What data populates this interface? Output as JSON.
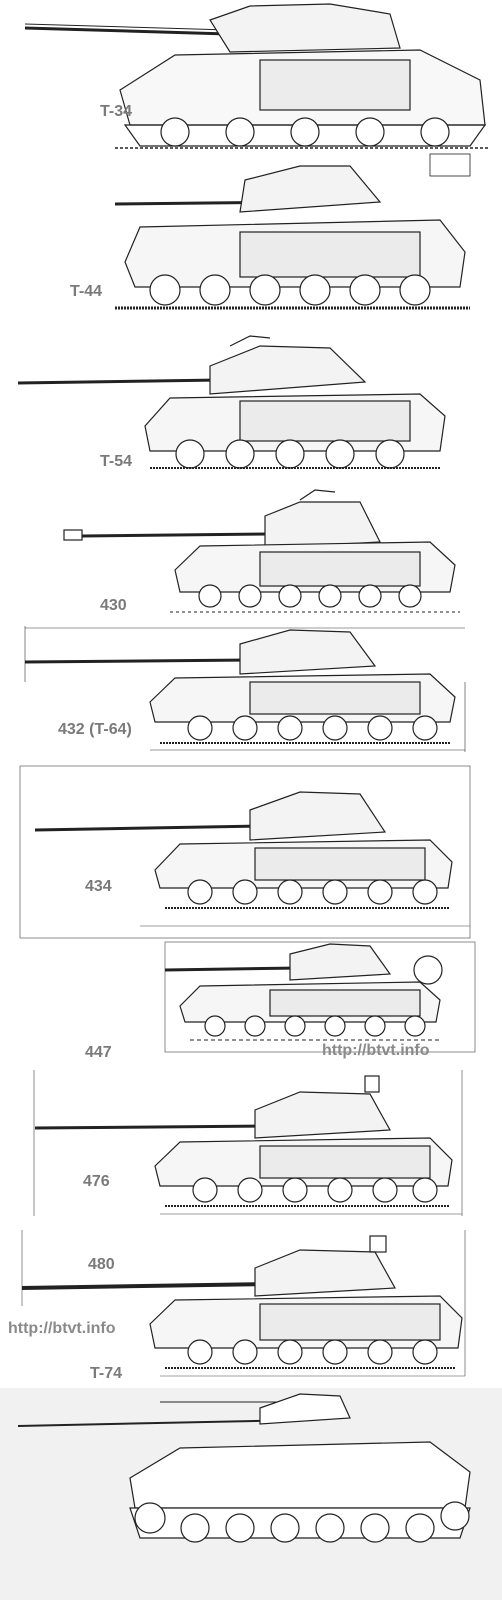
{
  "labels": {
    "t34": "T-34",
    "t44": "T-44",
    "t54": "T-54",
    "o430": "430",
    "o432": "432 (T-64)",
    "o434": "434",
    "o447": "447",
    "o476": "476",
    "o480": "480",
    "t74": "T-74"
  },
  "watermarks": {
    "top": "http://btvt.info",
    "bottom": "http://btvt.info"
  },
  "colors": {
    "line": "#222222",
    "label": "#7a7a7a",
    "watermark": "#8a8a8a"
  }
}
